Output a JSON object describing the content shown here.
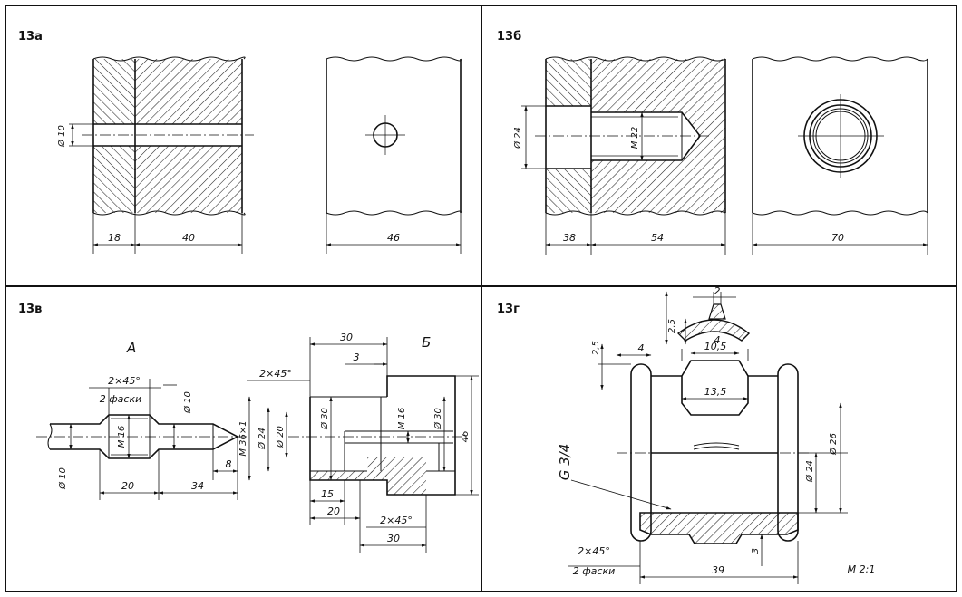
{
  "panels": {
    "a": {
      "label": "13а",
      "dims": {
        "d10": "Ø 10",
        "w18": "18",
        "w40": "40",
        "w46": "46"
      }
    },
    "b": {
      "label": "13б",
      "dims": {
        "d24": "Ø 24",
        "m22": "M 22",
        "w38": "38",
        "w54": "54",
        "w70": "70"
      }
    },
    "c": {
      "label": "13в",
      "views": {
        "A": "A",
        "B": "Б"
      },
      "dims": {
        "ch1": "2×45°",
        "ch1note": "2 фаски",
        "d10a": "Ø 10",
        "m16a": "M 16",
        "d10b": "Ø 10",
        "l20": "20",
        "l34": "34",
        "l8": "8",
        "top30": "30",
        "ch2": "2×45°",
        "t3": "3",
        "m36": "M 36×1",
        "d24": "Ø 24",
        "d20": "Ø 20",
        "d30a": "Ø 30",
        "m16b": "M 16",
        "d30b": "Ø 30",
        "h46": "46",
        "b15": "15",
        "b20": "20",
        "ch3": "2×45°",
        "b30": "30"
      }
    },
    "d": {
      "label": "13г",
      "dims": {
        "t2": "2",
        "t4": "4",
        "t25a": "2,5",
        "t105": "10,5",
        "l25b": "2,5",
        "l4": "4",
        "w135": "13,5",
        "g34": "G 3/4",
        "d24": "Ø 24",
        "d26": "Ø 26",
        "v3": "3",
        "ch": "2×45°",
        "chnote": "2 фаски",
        "w39": "39",
        "scale": "M 2:1"
      }
    }
  }
}
